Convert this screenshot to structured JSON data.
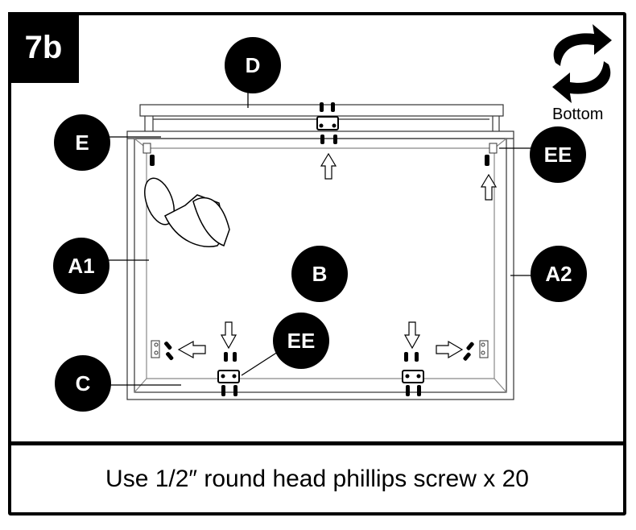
{
  "step": {
    "label": "7b"
  },
  "orientation": {
    "label": "Bottom",
    "icon": "rotate-arrows-icon"
  },
  "callouts": {
    "D": "D",
    "E": "E",
    "EE_top": "EE",
    "A1": "A1",
    "B": "B",
    "A2": "A2",
    "EE_bottom": "EE",
    "C": "C"
  },
  "instruction": {
    "text": "Use 1/2″ round head phillips screw x 20"
  }
}
